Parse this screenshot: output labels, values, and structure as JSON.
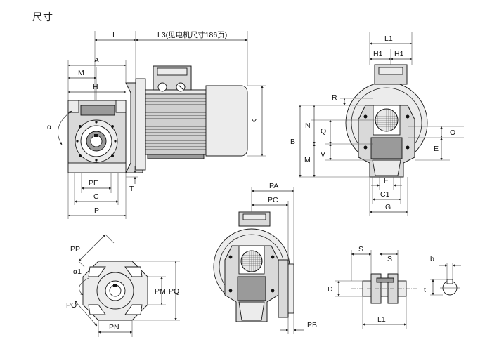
{
  "page": {
    "title": "尺寸"
  },
  "labels": {
    "I": "I",
    "L3": "L3(见电机尺寸186页)",
    "A": "A",
    "M_top": "M",
    "H_top": "H",
    "alpha": "α",
    "PE": "PE",
    "T": "T",
    "C_left": "C",
    "P": "P",
    "Y": "Y",
    "L1_top": "L1",
    "H1_a": "H1",
    "H1_b": "H1",
    "R": "R",
    "B": "B",
    "N": "N",
    "Q": "Q",
    "M_right": "M",
    "V": "V",
    "O": "O",
    "E": "E",
    "F": "F",
    "C1": "C1",
    "G": "G",
    "PA": "PA",
    "PC": "PC",
    "PB": "PB",
    "PP": "PP",
    "alpha1": "α1",
    "PO": "PO",
    "PM": "PM",
    "PQ": "PQ",
    "PN": "PN",
    "S_a": "S",
    "S_b": "S",
    "D": "D",
    "L1_shaft": "L1",
    "b": "b",
    "t": "t"
  }
}
